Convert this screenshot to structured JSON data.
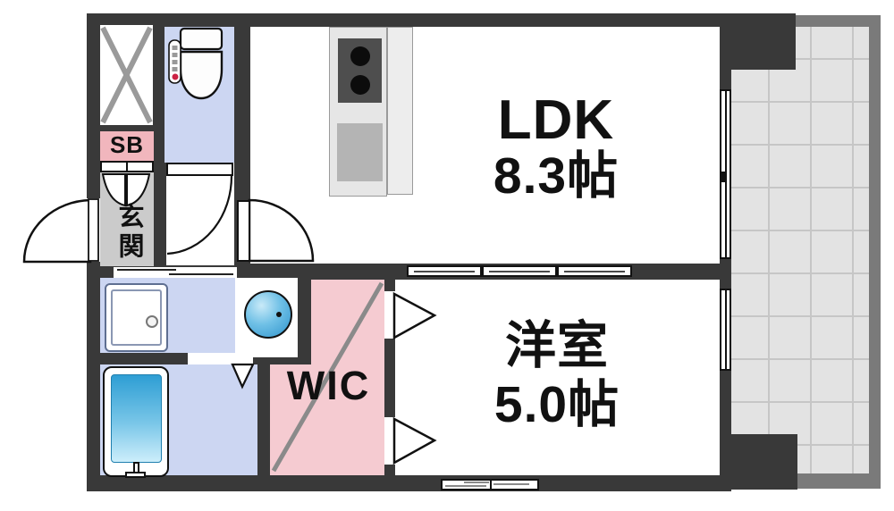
{
  "floorplan": {
    "rooms": {
      "ldk": {
        "label": "LDK",
        "size": "8.3帖"
      },
      "western_room": {
        "label": "洋室",
        "size": "5.0帖"
      },
      "wic": {
        "label": "WIC"
      },
      "entrance": {
        "label": "玄関"
      },
      "shoe_box": {
        "label": "SB"
      }
    },
    "fixtures": [
      "toilet-icon",
      "kitchen-stove-icon",
      "kitchen-sink-icon",
      "washing-machine-pan-icon",
      "washbasin-icon",
      "bathtub-icon",
      "closet-cross-icon",
      "balcony-tiles",
      "sliding-door",
      "hinged-door-arc"
    ],
    "colors": {
      "wall": "#393939",
      "water_room_blue": "#ccd6f2",
      "wic_pink": "#f5cbd1",
      "shoebox_pink": "#f1b6bd",
      "entrance_gray": "#cbcbcb",
      "balcony_tile": "#e3e3e3",
      "balcony_rail": "#7a7a7a",
      "bathtub_blue": "#2e9ed4"
    }
  }
}
